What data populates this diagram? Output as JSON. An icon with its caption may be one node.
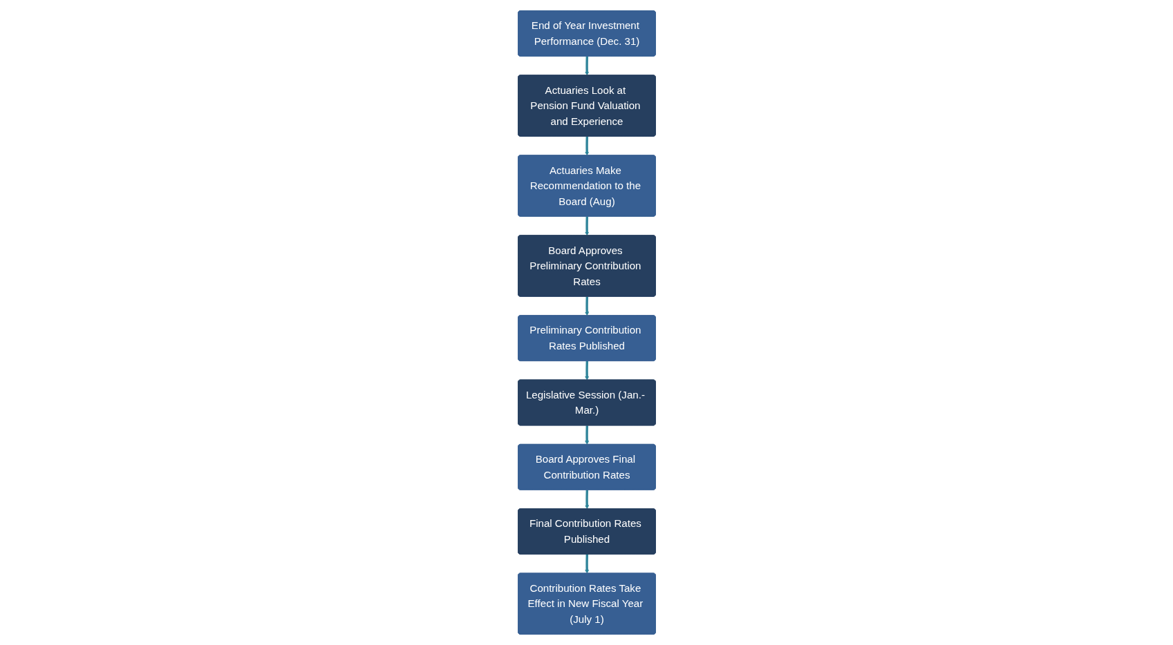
{
  "diagram": {
    "nodes": [
      {
        "text": [
          "End of Year Investment Performance (Dec. 31)"
        ]
      },
      {
        "text": [
          "Actuaries Look at Pension Fund Valuation and Experience"
        ]
      },
      {
        "text": [
          "Actuaries Make Recommendation to the Board (Aug)"
        ]
      },
      {
        "text": [
          "Board Approves Preliminary Contribution Rates"
        ]
      },
      {
        "text": [
          "Preliminary Contribution Rates Published"
        ]
      },
      {
        "text": [
          "Legislative Session (Jan.- Mar.)"
        ]
      },
      {
        "text": [
          "Board Approves Final Contribution Rates"
        ]
      },
      {
        "text": [
          "Final Contribution Rates Published"
        ]
      },
      {
        "text": [
          "Contribution Rates Take Effect in New Fiscal Year (July 1)"
        ]
      }
    ],
    "edges": [
      {
        "from": 0,
        "to": 1,
        "arrow": "to"
      },
      {
        "from": 1,
        "to": 2,
        "arrow": "to"
      },
      {
        "from": 2,
        "to": 3,
        "arrow": "to"
      },
      {
        "from": 3,
        "to": 4,
        "arrow": "to"
      },
      {
        "from": 4,
        "to": 5,
        "arrow": "to"
      },
      {
        "from": 5,
        "to": 6,
        "arrow": "to"
      },
      {
        "from": 6,
        "to": 7,
        "arrow": "to"
      },
      {
        "from": 7,
        "to": 8,
        "arrow": "to"
      }
    ]
  }
}
